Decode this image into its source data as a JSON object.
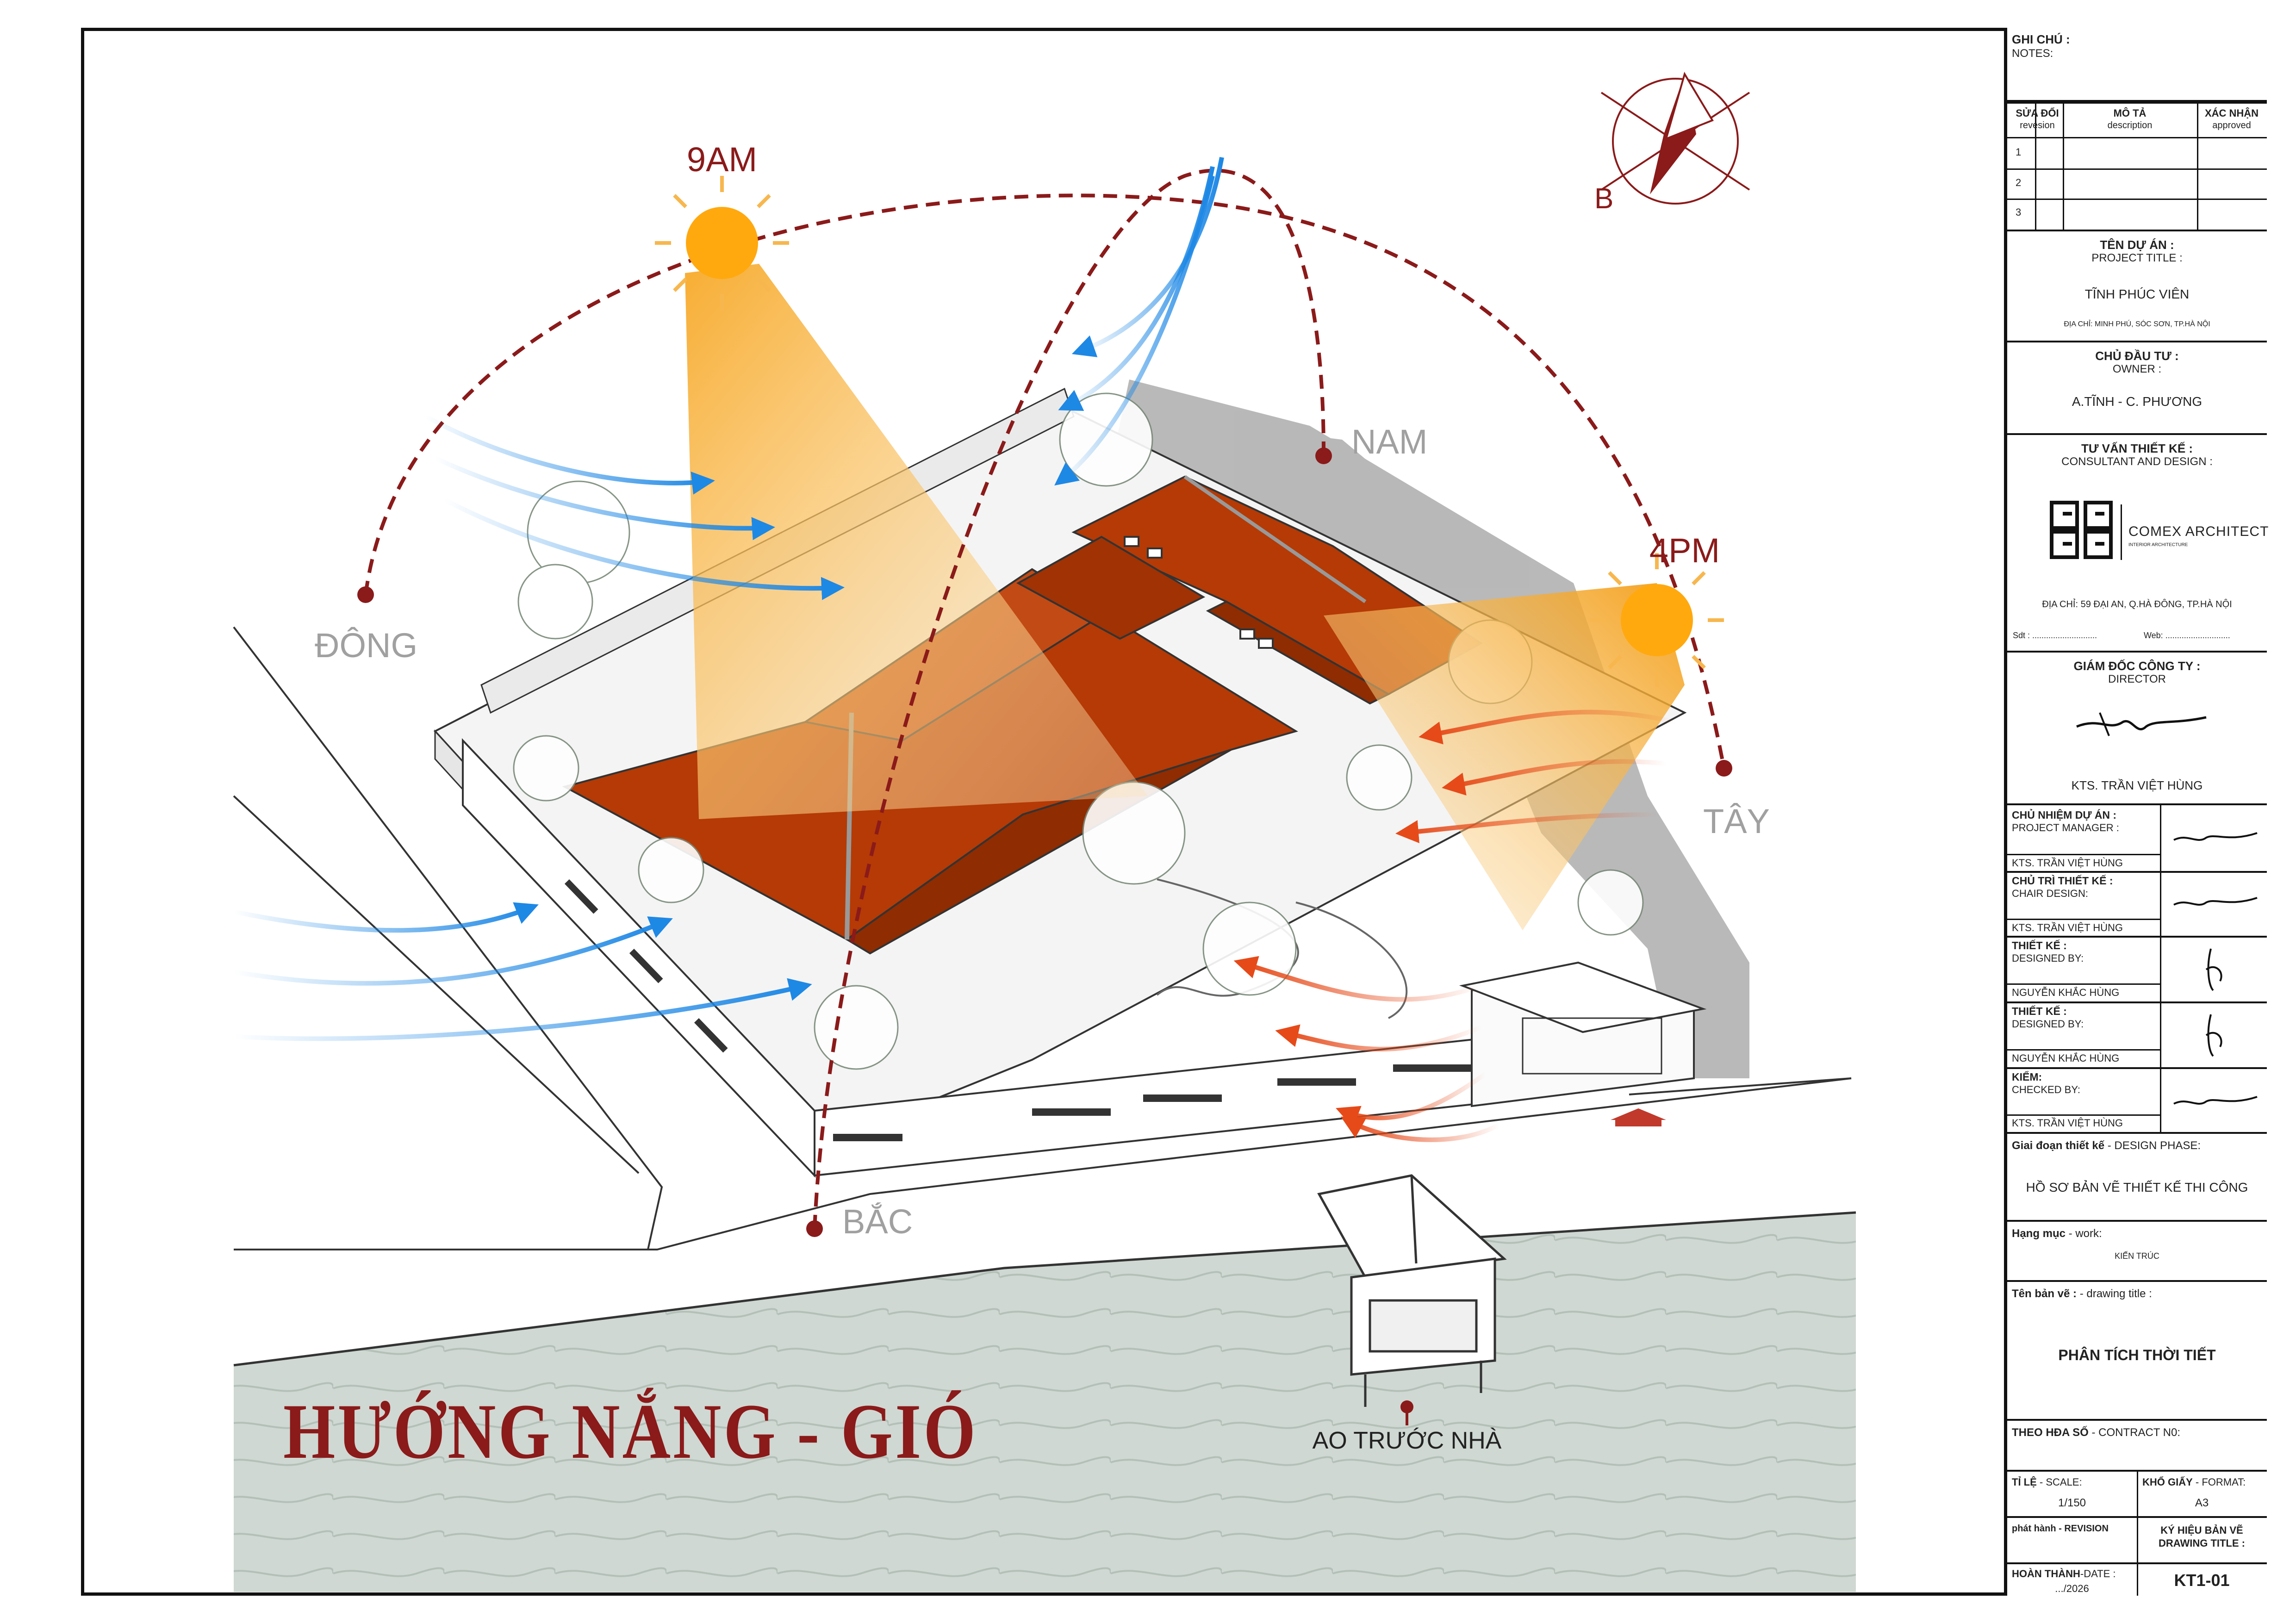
{
  "diagram": {
    "title": "HƯỚNG NẮNG - GIÓ",
    "sun_morning": "9AM",
    "sun_afternoon": "4PM",
    "dir_east": "ĐÔNG",
    "dir_south": "NAM",
    "dir_west": "TÂY",
    "dir_north": "BẮC",
    "compass_label": "B",
    "pond_label": "AO TRƯỚC NHÀ",
    "colors": {
      "roof": "#b53a05",
      "sun": "#ffa90f",
      "sun_ray": "#f7b74e",
      "wind_cold": "#1e88e5",
      "wind_hot": "#e64a19",
      "arc": "#8b1a1a",
      "title": "#8b1a1a",
      "pond": "#cfd8d2"
    }
  },
  "title_block": {
    "notes_vn": "GHI CHÚ :",
    "notes_en": "NOTES:",
    "rev_headers": [
      {
        "vn": "SỬA ĐỔI",
        "en": "revesion"
      },
      {
        "vn": "MÔ TẢ",
        "en": "description"
      },
      {
        "vn": "XÁC NHẬN",
        "en": "approved"
      }
    ],
    "rev_rows": [
      "1",
      "2",
      "3"
    ],
    "project_vn": "TÊN DỰ ÁN :",
    "project_en": "PROJECT TITLE :",
    "project_name": "TĨNH PHÚC VIÊN",
    "project_address": "ĐỊA CHỈ: MINH PHÚ, SÓC SƠN, TP.HÀ NỘI",
    "owner_vn": "CHỦ ĐẦU TƯ :",
    "owner_en": "OWNER :",
    "owner_name": "A.TĨNH - C. PHƯƠNG",
    "consultant_vn": "TƯ VẤN THIẾT KẾ :",
    "consultant_en": "CONSULTANT AND DESIGN :",
    "company": "COMEX ARCHITECT",
    "company_sub": "INTERIOR ARCHITECTURE",
    "company_address": "ĐỊA CHỈ: 59 ĐẠI AN, Q.HÀ ĐÔNG, TP.HÀ NỘI",
    "phone_label": "Sdt : ............................",
    "web_label": "Web: ............................",
    "director_vn": "GIÁM ĐỐC CÔNG TY :",
    "director_en": "DIRECTOR",
    "director_name": "KTS. TRẦN VIỆT HÙNG",
    "roles": [
      {
        "vn": "CHỦ NHIỆM DỰ ÁN :",
        "en": "PROJECT  MANAGER :",
        "name": "KTS. TRẦN VIỆT HÙNG"
      },
      {
        "vn": "CHỦ TRÌ THIẾT KẾ :",
        "en": "CHAIR DESIGN:",
        "name": "KTS. TRẦN VIỆT HÙNG"
      },
      {
        "vn": "THIẾT KẾ :",
        "en": "DESIGNED BY:",
        "name": "NGUYỄN KHẮC HÙNG"
      },
      {
        "vn": "THIẾT KẾ :",
        "en": "DESIGNED BY:",
        "name": "NGUYỄN KHẮC HÙNG"
      },
      {
        "vn": "KIỂM:",
        "en": "CHECKED BY:",
        "name": "KTS. TRẦN VIỆT HÙNG"
      }
    ],
    "phase_vn": "Giai đoạn thiết kế",
    "phase_en": " - DESIGN PHASE:",
    "phase_value": "HỒ SƠ BẢN VẼ THIẾT KẾ THI CÔNG",
    "work_vn": "Hạng mục",
    "work_en": " - work:",
    "work_value": "KIẾN TRÚC",
    "drawing_title_vn": "Tên bản vẽ :",
    "drawing_title_en": " - drawing title :",
    "drawing_title_value": "PHÂN TÍCH THỜI TIẾT",
    "contract_vn": "THEO HĐA SỐ",
    "contract_en": " - CONTRACT N0:",
    "scale_vn": "TỈ LỆ",
    "scale_en": " - SCALE:",
    "scale_value": "1/150",
    "format_vn": "KHỔ GIẤY",
    "format_en": " - FORMAT:",
    "format_value": "A3",
    "revision_label": "phát hành - REVISION",
    "drawing_code_vn": "KÝ HIỆU BẢN VẼ",
    "drawing_code_en": "DRAWING TITLE :",
    "date_vn": "HOÀN THÀNH",
    "date_en": "-DATE :",
    "date_value": ".../2026",
    "drawing_code": "KT1-01"
  }
}
